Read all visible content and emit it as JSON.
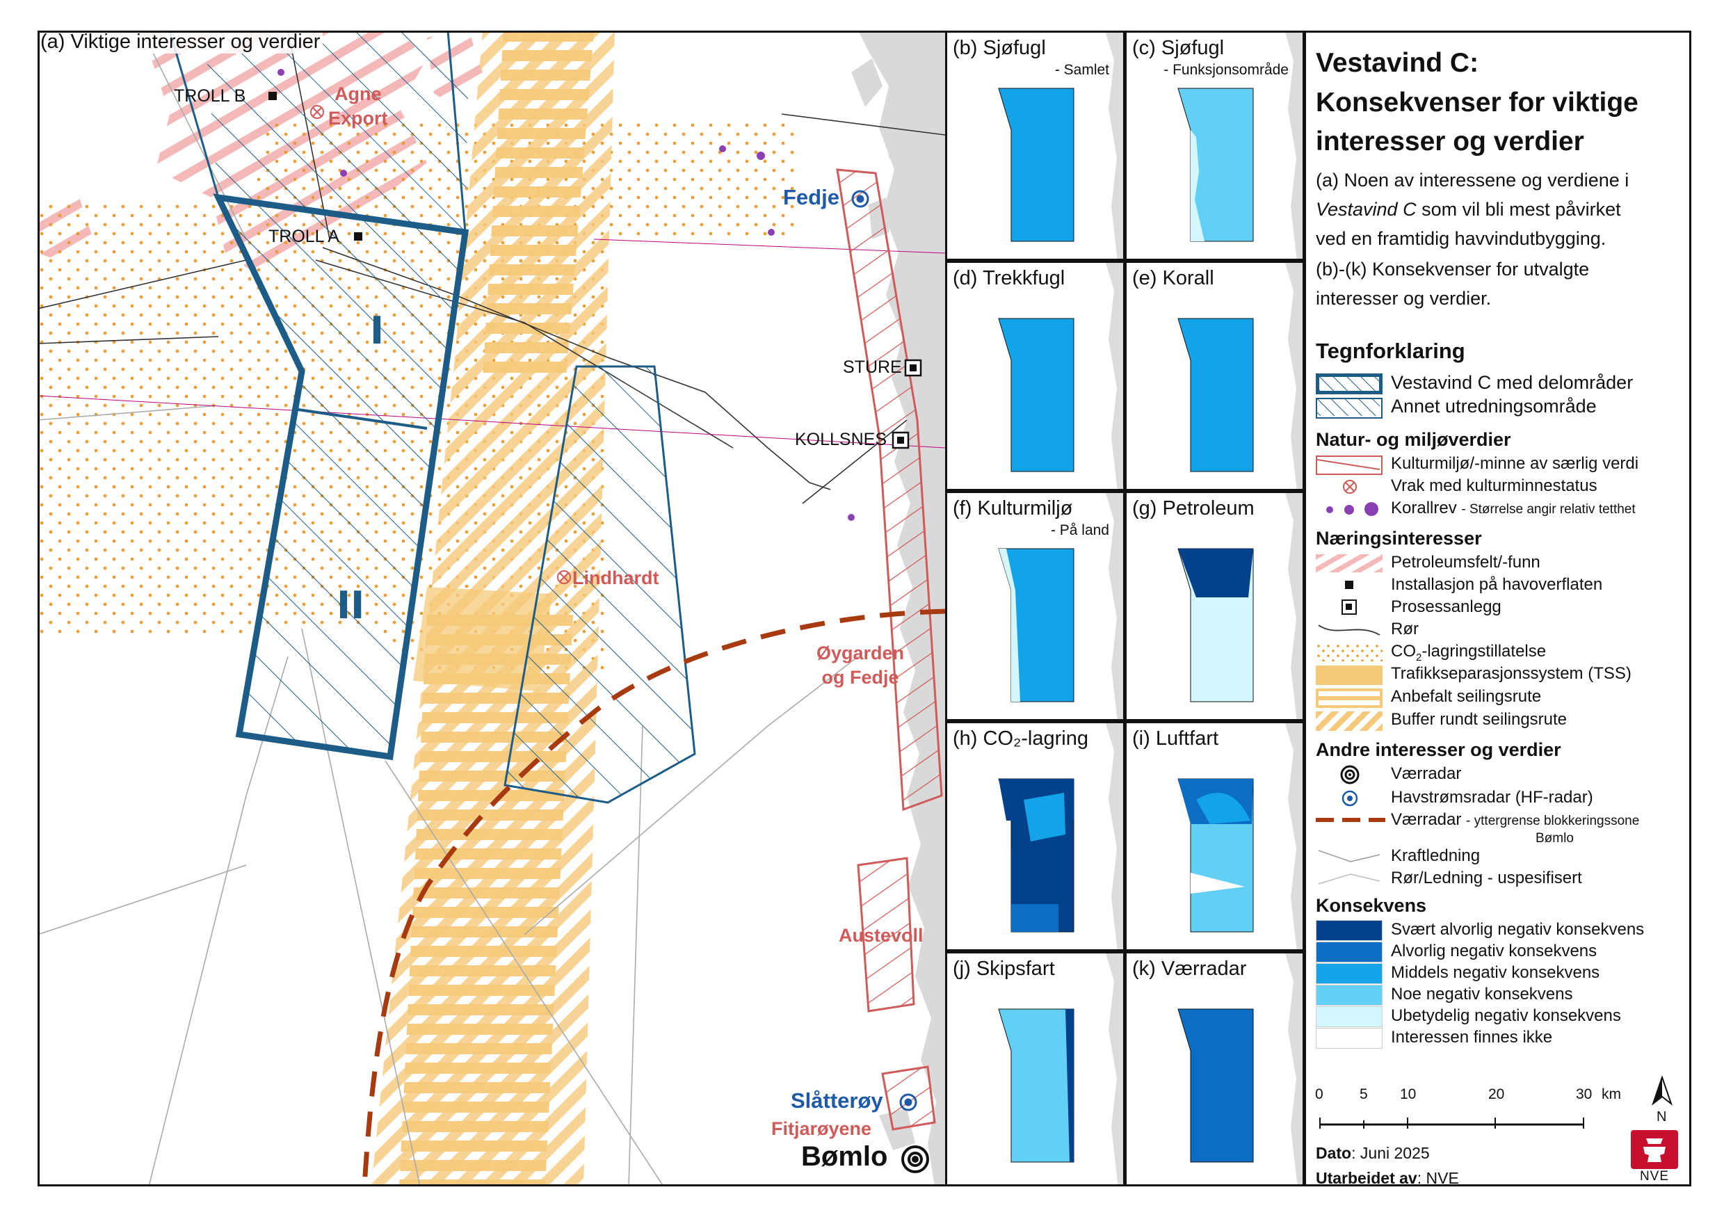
{
  "main_map": {
    "title": "(a) Viktige interesser og verdier",
    "installations": [
      {
        "label": "TROLL B"
      },
      {
        "label": "TROLL A"
      }
    ],
    "process_plants": [
      {
        "label": "STURE"
      },
      {
        "label": "KOLLSNES"
      }
    ],
    "wrecks": [
      {
        "label": "Agne\nExport"
      },
      {
        "label": "Lindhardt"
      }
    ],
    "subareas": [
      "I",
      "II"
    ],
    "cultural_areas": [
      "Øygarden\nog Fedje",
      "Austevoll",
      "Fitjarøyene"
    ],
    "hf_radars": [
      "Fedje",
      "Slåtterøy"
    ],
    "weather_radar": "Bømlo"
  },
  "panels": [
    {
      "id": "b",
      "title": "(b) Sjøfugl",
      "subtitle": "- Samlet",
      "level": "middels"
    },
    {
      "id": "c",
      "title": "(c) Sjøfugl",
      "subtitle": "- Funksjonsområde",
      "level": "noe"
    },
    {
      "id": "d",
      "title": "(d) Trekkfugl",
      "subtitle": "",
      "level": "middels"
    },
    {
      "id": "e",
      "title": "(e) Korall",
      "subtitle": "",
      "level": "middels"
    },
    {
      "id": "f",
      "title": "(f) Kulturmiljø",
      "subtitle": "- På land",
      "level": "middels"
    },
    {
      "id": "g",
      "title": "(g) Petroleum",
      "subtitle": "",
      "level": "ubetydelig"
    },
    {
      "id": "h",
      "title": "(h) CO₂-lagring",
      "subtitle": "",
      "level": "svaert"
    },
    {
      "id": "i",
      "title": "(i) Luftfart",
      "subtitle": "",
      "level": "noe"
    },
    {
      "id": "j",
      "title": "(j) Skipsfart",
      "subtitle": "",
      "level": "noe"
    },
    {
      "id": "k",
      "title": "(k) Værradar",
      "subtitle": "",
      "level": "alvorlig"
    }
  ],
  "legend": {
    "title": "Vestavind C:\nKonsekvenser for viktige\ninteresser og verdier",
    "desc_a_1": "(a) Noen av interessene og verdiene i",
    "desc_a_2_italic": "Vestavind C",
    "desc_a_2_rest": " som vil bli mest påvirket",
    "desc_a_3": "ved en framtidig havvindutbygging.",
    "desc_b": "(b)-(k) Konsekvenser for utvalgte\ninteresser og verdier.",
    "heading": "Tegnforklaring",
    "areas": [
      "Vestavind C med delområder",
      "Annet utredningsområde"
    ],
    "natur_heading": "Natur- og miljøverdier",
    "natur_items": [
      "Kulturmiljø/-minne av særlig verdi",
      "Vrak med kulturminnestatus",
      "Korallrev"
    ],
    "coral_note": "- Størrelse angir relativ tetthet",
    "naering_heading": "Næringsinteresser",
    "naering_items": [
      "Petroleumsfelt/-funn",
      "Installasjon på havoverflaten",
      "Prosessanlegg",
      "Rør",
      "-lagringstillatelse",
      "Trafikkseparasjonssystem (TSS)",
      "Anbefalt seilingsrute",
      "Buffer rundt seilingsrute"
    ],
    "co2_prefix": "CO",
    "co2_sub": "2",
    "andre_heading": "Andre interesser og verdier",
    "andre_items": [
      "Værradar",
      "Havstrømsradar (HF-radar)",
      "Værradar",
      "Kraftledning",
      "Rør/Ledning - uspesifisert"
    ],
    "radar_zone_note": "- yttergrense blokkeringssone",
    "radar_zone_note2": "Bømlo",
    "kons_heading": "Konsekvens",
    "kons_items": [
      {
        "label": "Svært alvorlig negativ konsekvens",
        "color": "#03428a"
      },
      {
        "label": "Alvorlig negativ konsekvens",
        "color": "#0b6ec4"
      },
      {
        "label": "Middels negativ konsekvens",
        "color": "#12a3e8"
      },
      {
        "label": "Noe negativ konsekvens",
        "color": "#62cff5"
      },
      {
        "label": "Ubetydelig negativ konsekvens",
        "color": "#d4f6fd"
      },
      {
        "label": "Interessen finnes ikke",
        "color": "#ffffff"
      }
    ],
    "scale_ticks": [
      "0",
      "5",
      "10",
      "20",
      "30"
    ],
    "scale_unit": "km",
    "north": "N",
    "date_label": "Dato",
    "date_value": ": Juni 2025",
    "author_label": "Utarbeidet av",
    "author_value": ": NVE",
    "logo_text": "NVE"
  },
  "colors": {
    "vestavind": "#1d5c86",
    "culture": "#d05a5a",
    "route": "#f5c97a",
    "co2_dot": "#e89a2a",
    "radar_zone": "#a83a10",
    "land": "#d9d9d9",
    "nve_red": "#c8102e"
  }
}
